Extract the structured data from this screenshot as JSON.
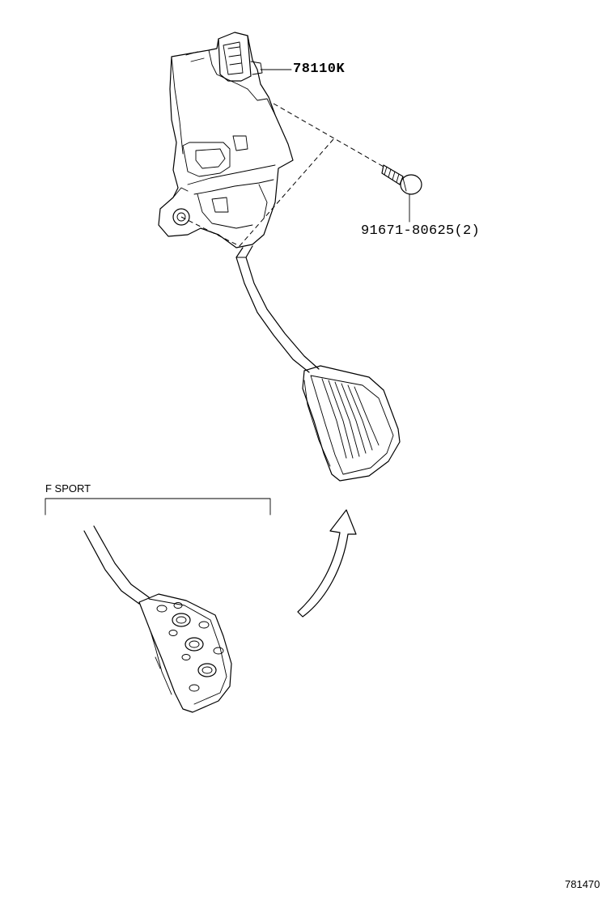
{
  "callouts": {
    "pedal_assembly": "78110K",
    "bolt": "91671-80625(2)"
  },
  "variant": {
    "label": "F SPORT"
  },
  "diagram_id": "781470"
}
